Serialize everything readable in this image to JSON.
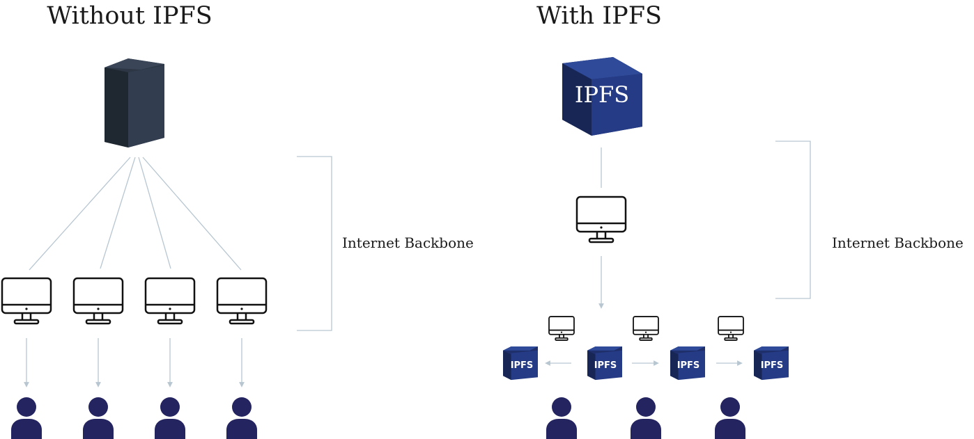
{
  "diagram": {
    "left_panel": {
      "title": "Without IPFS",
      "backbone_label": "Internet Backbone",
      "server_icon": "server-tower-icon",
      "client_icon": "desktop-monitor-icon",
      "user_icon": "user-icon",
      "client_count": 4
    },
    "right_panel": {
      "title": "With IPFS",
      "backbone_label": "Internet Backbone",
      "main_node_label": "IPFS",
      "node_label": "IPFS",
      "node_icon": "ipfs-cube-icon",
      "client_icon": "desktop-monitor-icon",
      "user_icon": "user-icon",
      "node_count": 4,
      "small_client_count": 3
    },
    "colors": {
      "title": "#1a1a1a",
      "server": "#2c3644",
      "ipfs_cube": "#253b85",
      "connector": "#b7c6d1",
      "user": "#242461"
    }
  }
}
